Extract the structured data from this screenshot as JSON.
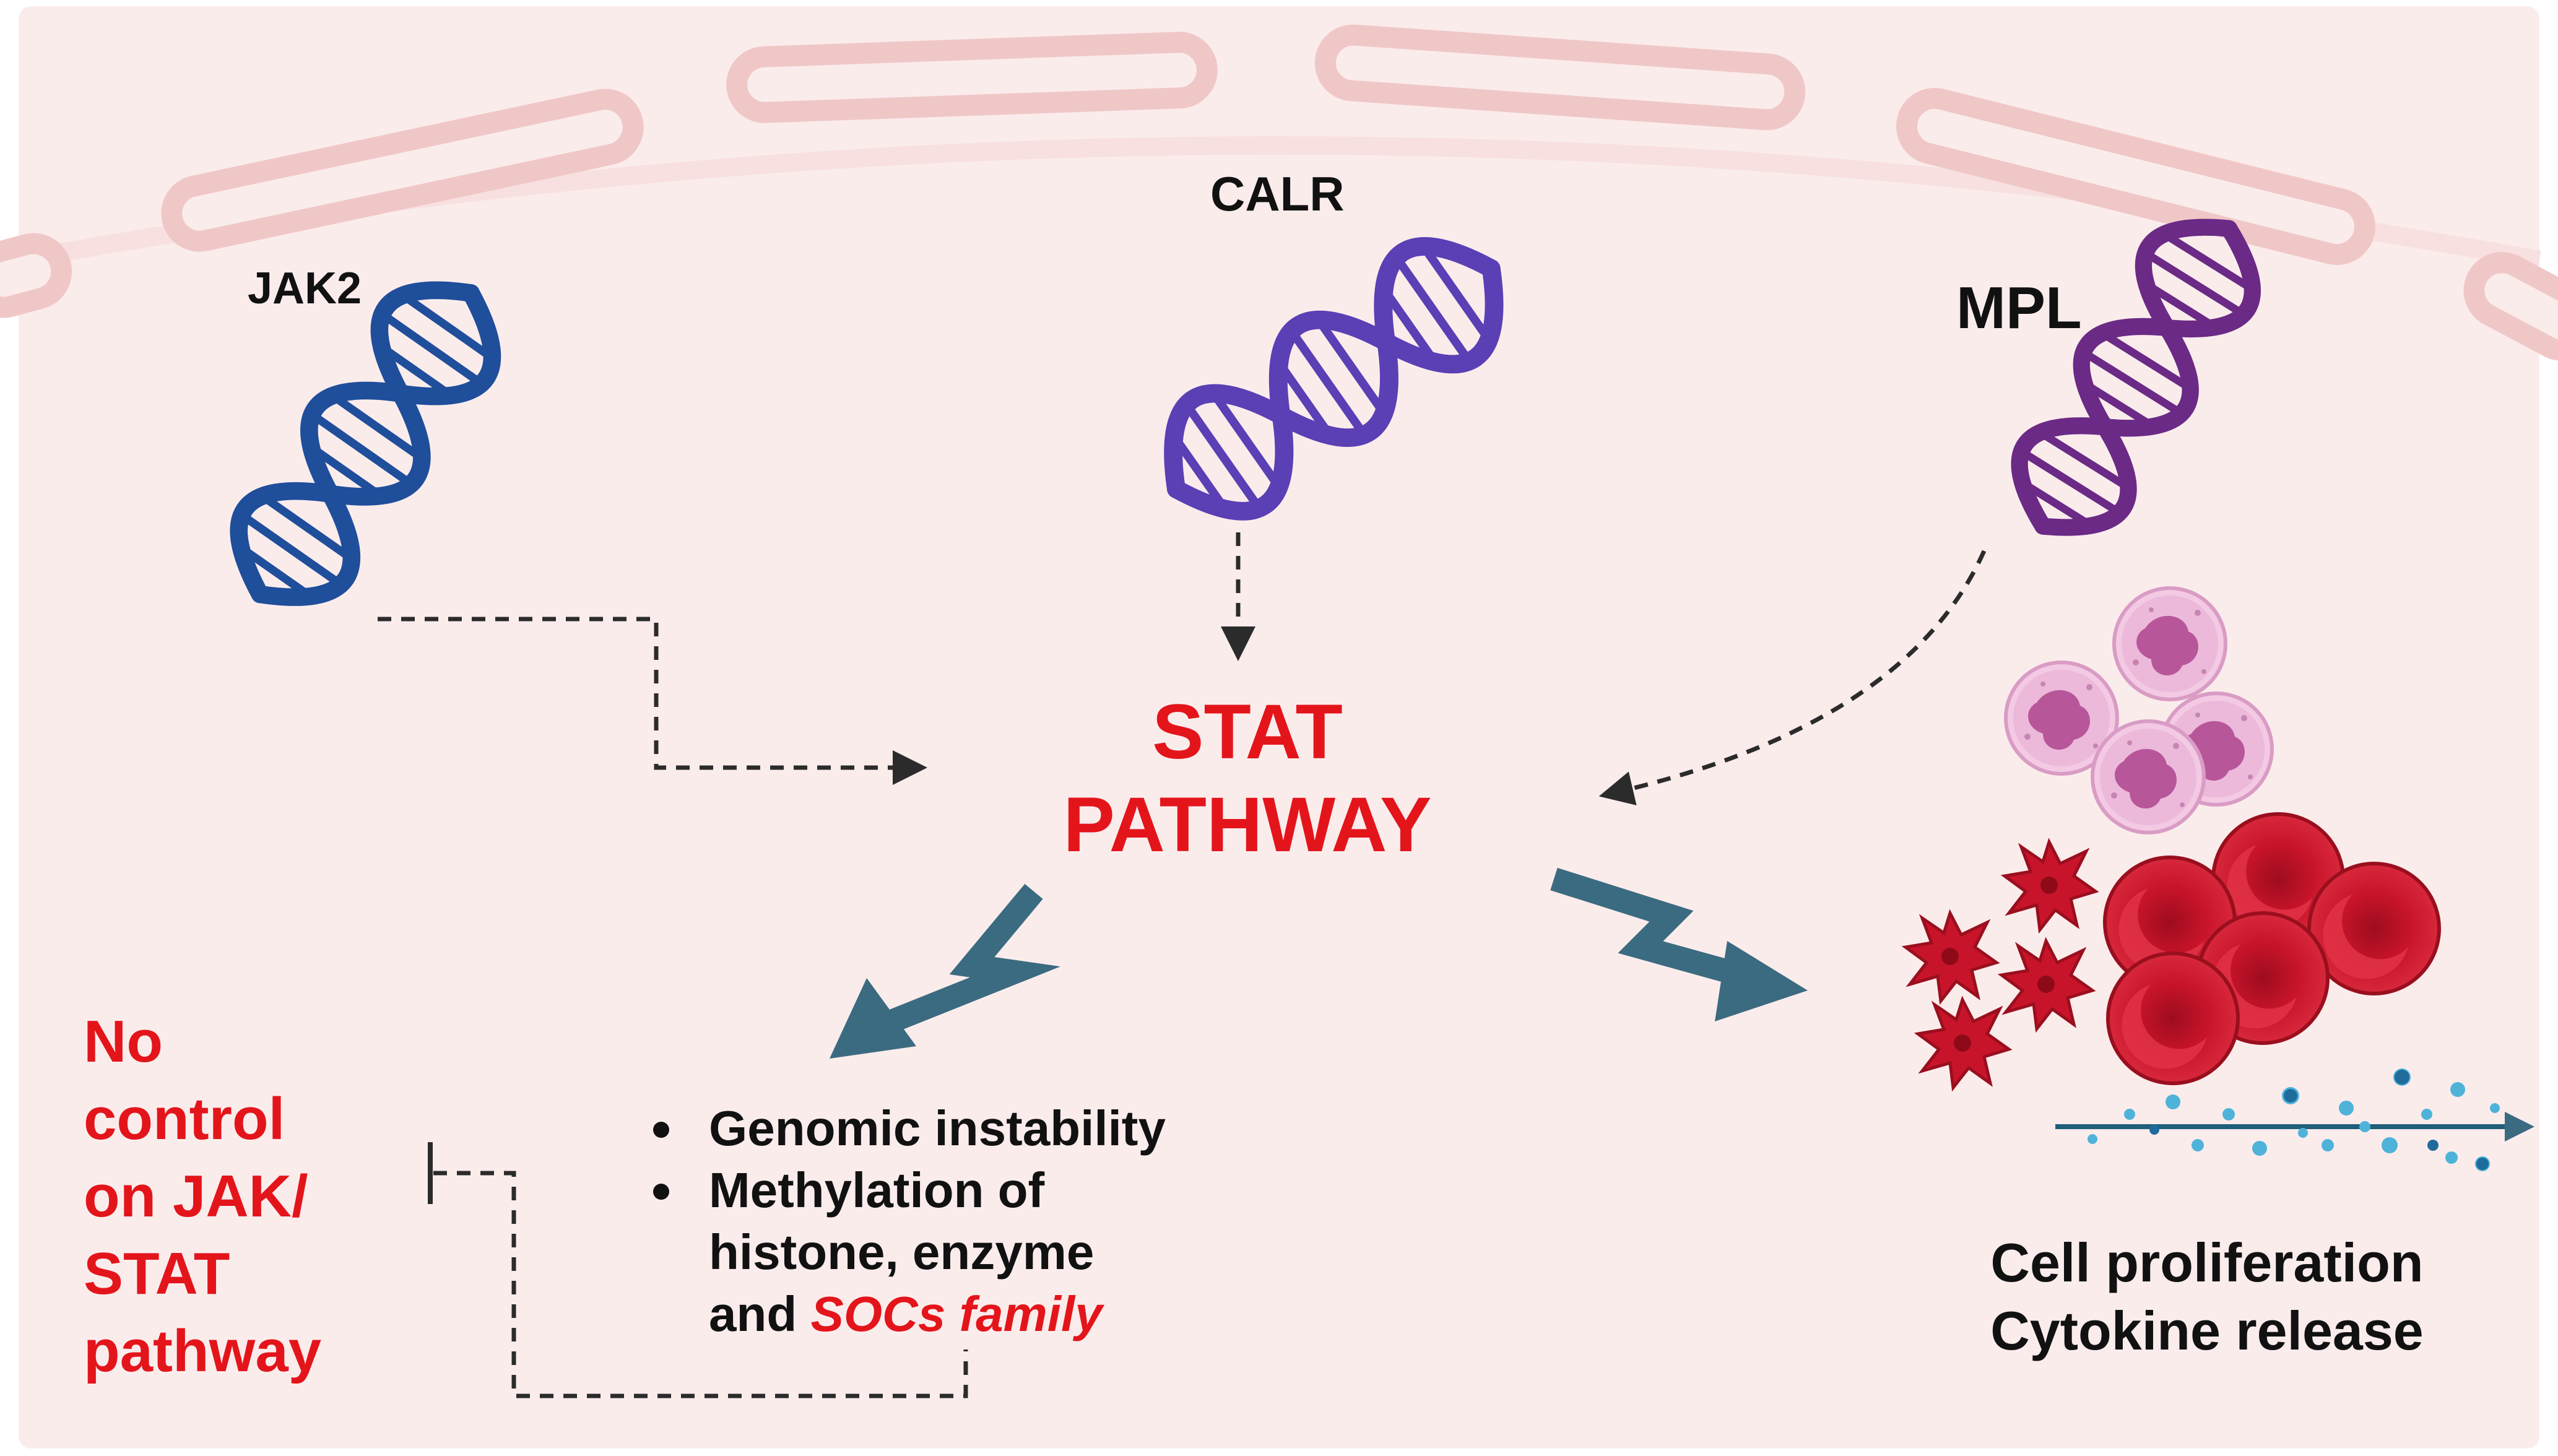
{
  "genes": {
    "jak2": "JAK2",
    "calr": "CALR",
    "mpl": "MPL"
  },
  "center": {
    "line1": "STAT",
    "line2": "PATHWAY"
  },
  "left_note": {
    "lines": [
      "No",
      "control",
      "on JAK/",
      "STAT",
      "pathway"
    ]
  },
  "effects": {
    "bullet1": "Genomic instability",
    "bullet2_line1": "Methylation of",
    "bullet2_line2": "histone, enzyme",
    "bullet2_line3_a": "and ",
    "bullet2_line3_b": "SOCs family"
  },
  "outcomes": {
    "line1": "Cell proliferation",
    "line2": "Cytokine release"
  },
  "colors": {
    "background": "#fbecec",
    "membrane": "#f3d0d0",
    "red_text": "#e3151b",
    "arrow_teal": "#3b6b80",
    "jak2_dna": "#1f4e9b",
    "calr_dna": "#5a3fb5",
    "mpl_dna": "#6a2a86",
    "rbc": "#c8142a",
    "platelet": "#c8142a",
    "wbc": "#e9b0d6"
  },
  "icons": [
    "dna-helix-icon",
    "lightning-arrow-icon",
    "white-blood-cell-icon",
    "red-blood-cell-icon",
    "platelet-icon",
    "cytokine-particles-icon"
  ]
}
